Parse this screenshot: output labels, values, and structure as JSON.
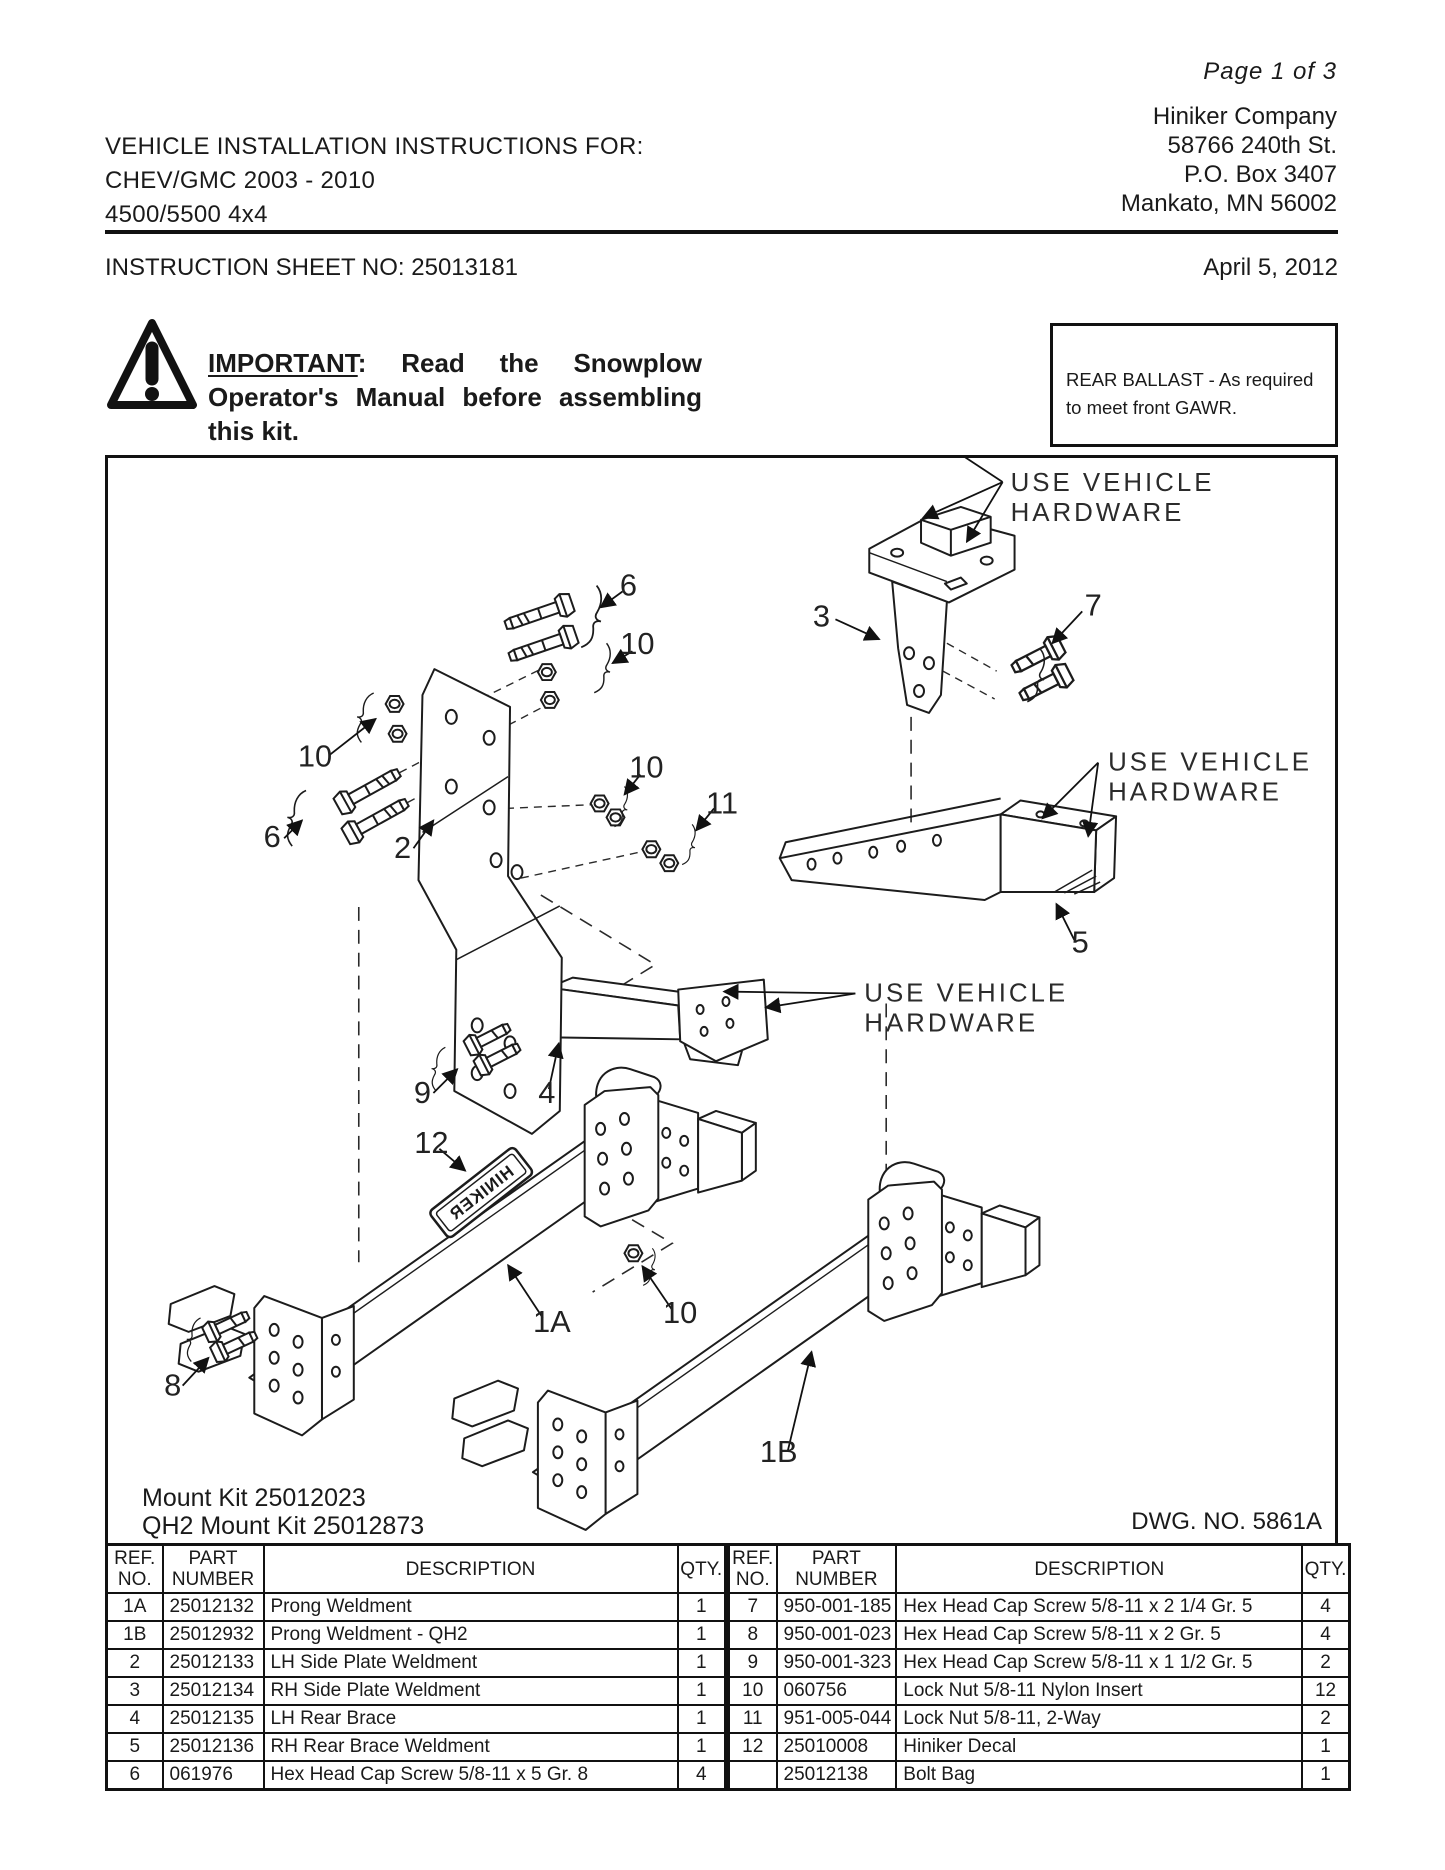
{
  "page": {
    "page_indicator": "Page 1 of 3",
    "company_name": "Hiniker Company",
    "company_address_line1": "58766 240th St.",
    "company_address_line2": "P.O. Box 3407",
    "company_address_line3": "Mankato, MN 56002",
    "title_line1": "VEHICLE INSTALLATION INSTRUCTIONS FOR:",
    "title_line2": "CHEV/GMC 2003 - 2010",
    "title_line3": "4500/5500 4x4",
    "sheet_no": "INSTRUCTION SHEET NO: 25013181",
    "date": "April 5, 2012"
  },
  "notices": {
    "important_label": "IMPORTANT",
    "important_rest": ": Read the Snowplow Operator's Manual before assembling this kit.",
    "rear_ballast": "REAR BALLAST - As required to meet front GAWR."
  },
  "diagram": {
    "mount_kit_line1": "Mount Kit 25012023",
    "mount_kit_line2": "QH2 Mount Kit 25012873",
    "dwg_no": "DWG. NO. 5861A",
    "use_vehicle_line1": "USE VEHICLE",
    "use_vehicle_line2": "HARDWARE",
    "decal_text": "HINIKER",
    "callouts": [
      "6",
      "10",
      "10",
      "6",
      "2",
      "10",
      "11",
      "3",
      "7",
      "5",
      "9",
      "4",
      "12",
      "10",
      "1A",
      "8",
      "1B"
    ]
  },
  "parts_table": {
    "headers": {
      "ref1": "REF.",
      "ref2": "NO.",
      "part1": "PART",
      "part2": "NUMBER",
      "desc": "DESCRIPTION",
      "qty": "QTY."
    },
    "left_rows": [
      {
        "ref": "1A",
        "part": "25012132",
        "desc": "Prong Weldment",
        "qty": "1"
      },
      {
        "ref": "1B",
        "part": "25012932",
        "desc": "Prong Weldment - QH2",
        "qty": "1"
      },
      {
        "ref": "2",
        "part": "25012133",
        "desc": "LH Side Plate Weldment",
        "qty": "1"
      },
      {
        "ref": "3",
        "part": "25012134",
        "desc": "RH Side Plate Weldment",
        "qty": "1"
      },
      {
        "ref": "4",
        "part": "25012135",
        "desc": "LH Rear Brace",
        "qty": "1"
      },
      {
        "ref": "5",
        "part": "25012136",
        "desc": "RH Rear Brace Weldment",
        "qty": "1"
      },
      {
        "ref": "6",
        "part": "061976",
        "desc": "Hex Head Cap Screw 5/8-11 x 5 Gr. 8",
        "qty": "4"
      }
    ],
    "right_rows": [
      {
        "ref": "7",
        "part": "950-001-185",
        "desc": "Hex Head Cap Screw 5/8-11 x 2 1/4 Gr. 5",
        "qty": "4"
      },
      {
        "ref": "8",
        "part": "950-001-023",
        "desc": "Hex Head Cap Screw 5/8-11 x 2 Gr. 5",
        "qty": "4"
      },
      {
        "ref": "9",
        "part": "950-001-323",
        "desc": "Hex Head Cap Screw 5/8-11 x 1 1/2 Gr. 5",
        "qty": "2"
      },
      {
        "ref": "10",
        "part": "060756",
        "desc": "Lock Nut 5/8-11 Nylon Insert",
        "qty": "12"
      },
      {
        "ref": "11",
        "part": "951-005-044",
        "desc": "Lock Nut 5/8-11, 2-Way",
        "qty": "2"
      },
      {
        "ref": "12",
        "part": "25010008",
        "desc": "Hiniker Decal",
        "qty": "1"
      },
      {
        "ref": "",
        "part": "25012138",
        "desc": "Bolt Bag",
        "qty": "1"
      }
    ]
  }
}
